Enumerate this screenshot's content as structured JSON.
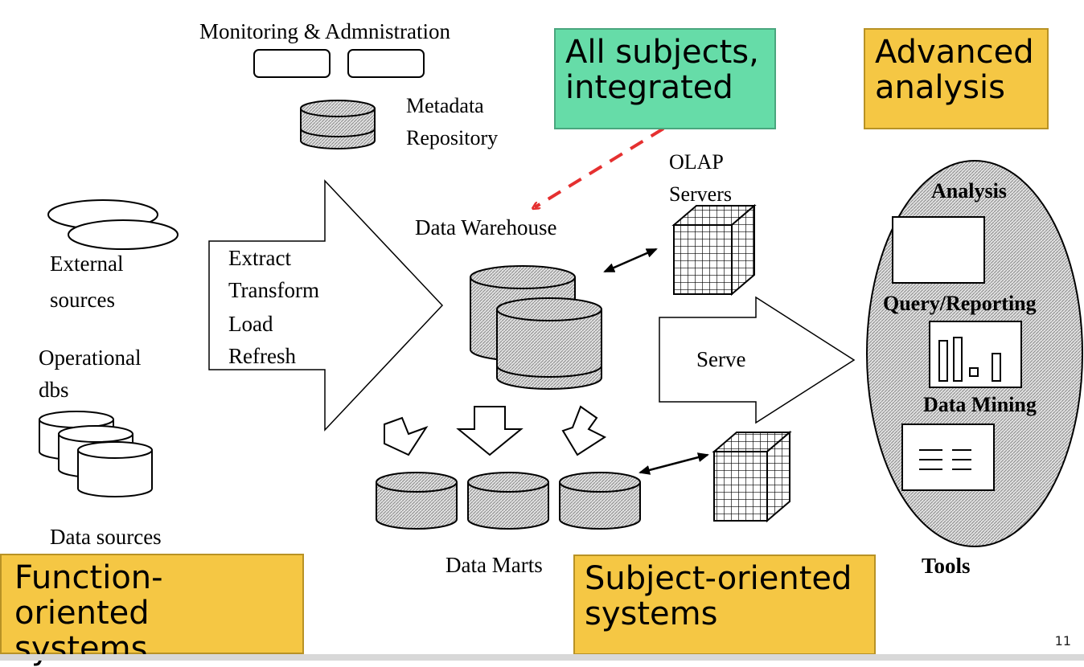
{
  "labels": {
    "monitoring": "Monitoring & Admnistration",
    "metadata_line1": "Metadata",
    "metadata_line2": "Repository",
    "olap_line1": "OLAP",
    "olap_line2": "Servers",
    "data_warehouse": "Data Warehouse",
    "external_line1": "External",
    "external_line2": "sources",
    "operational_line1": "Operational",
    "operational_line2": "dbs",
    "data_sources": "Data sources",
    "etl": [
      "Extract",
      "Transform",
      "Load",
      "Refresh"
    ],
    "serve": "Serve",
    "data_marts": "Data Marts",
    "analysis": "Analysis",
    "query_reporting": "Query/Reporting",
    "data_mining": "Data Mining",
    "tools": "Tools"
  },
  "callouts": {
    "all_subjects_line1": "All subjects,",
    "all_subjects_line2": "integrated",
    "advanced_line1": "Advanced",
    "advanced_line2": "analysis",
    "function_line1": "Function-oriented",
    "function_line2": "systems",
    "subject_line1": "Subject-oriented",
    "subject_line2": "systems"
  },
  "page_number": "11",
  "colors": {
    "green_callout": "#66dca8",
    "yellow_callout": "#f5c744",
    "dashed_arrow": "#e53030"
  }
}
